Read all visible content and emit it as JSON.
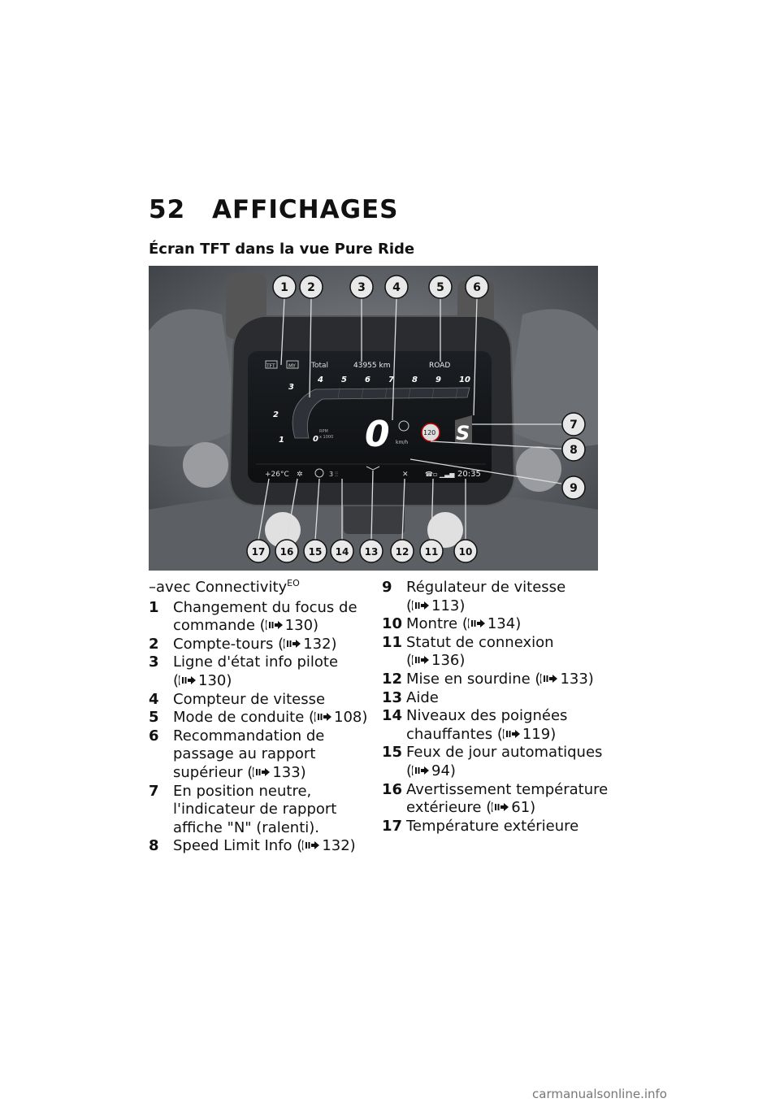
{
  "page": {
    "number": "52",
    "section": "AFFICHAGES",
    "subtitle": "Écran TFT dans la vue Pure Ride"
  },
  "display": {
    "top_left_icon_1": "TFT",
    "top_left_icon_2": "MY",
    "total_label": "Total",
    "odometer": "43955 km",
    "mode": "ROAD",
    "rpm_scale": [
      "0",
      "1",
      "2",
      "3",
      "4",
      "5",
      "6",
      "7",
      "8",
      "9",
      "10"
    ],
    "rpm_unit_line1": "RPM",
    "rpm_unit_line2": "x 1000",
    "speed": "0",
    "speed_unit": "km/h",
    "speed_limit": "120",
    "gear_recommendation": "S",
    "temperature": "+26°C",
    "heated_grip_level": "3",
    "clock": "20:35"
  },
  "callouts": [
    "1",
    "2",
    "3",
    "4",
    "5",
    "6",
    "7",
    "8",
    "9",
    "10",
    "11",
    "12",
    "13",
    "14",
    "15",
    "16",
    "17"
  ],
  "legend": {
    "intro": "–avec Connectivity",
    "intro_sup": "EO",
    "left": [
      {
        "num": "1",
        "text": "Changement du focus de commande",
        "ref": "130)"
      },
      {
        "num": "2",
        "text": "Compte-tours",
        "ref": "132)"
      },
      {
        "num": "3",
        "text": "Ligne d'état info pilote",
        "ref": "130)"
      },
      {
        "num": "4",
        "text": "Compteur de vitesse",
        "ref": ""
      },
      {
        "num": "5",
        "text": "Mode de conduite",
        "ref": "108)"
      },
      {
        "num": "6",
        "text": "Recommandation de passage au rapport supérieur",
        "ref": "133)"
      },
      {
        "num": "7",
        "text": "En position neutre, l'indicateur de rapport affiche \"N\" (ralenti).",
        "ref": ""
      },
      {
        "num": "8",
        "text": "Speed Limit Info",
        "ref": "132)"
      }
    ],
    "right": [
      {
        "num": "9",
        "text": "Régulateur de vitesse",
        "ref": "113)"
      },
      {
        "num": "10",
        "text": "Montre",
        "ref": "134)"
      },
      {
        "num": "11",
        "text": "Statut de connexion",
        "ref": "136)"
      },
      {
        "num": "12",
        "text": "Mise en sourdine",
        "ref": "133)"
      },
      {
        "num": "13",
        "text": "Aide",
        "ref": ""
      },
      {
        "num": "14",
        "text": "Niveaux des poignées chauffantes",
        "ref": "119)"
      },
      {
        "num": "15",
        "text": "Feux de jour automatiques",
        "ref": "94)"
      },
      {
        "num": "16",
        "text": "Avertissement température extérieure",
        "ref": "61)"
      },
      {
        "num": "17",
        "text": "Température extérieure",
        "ref": ""
      }
    ]
  },
  "watermark": "carmanualsonline.info",
  "colors": {
    "screen": "#141618",
    "text": "#111111",
    "callout_fill": "#e8e8e8"
  }
}
